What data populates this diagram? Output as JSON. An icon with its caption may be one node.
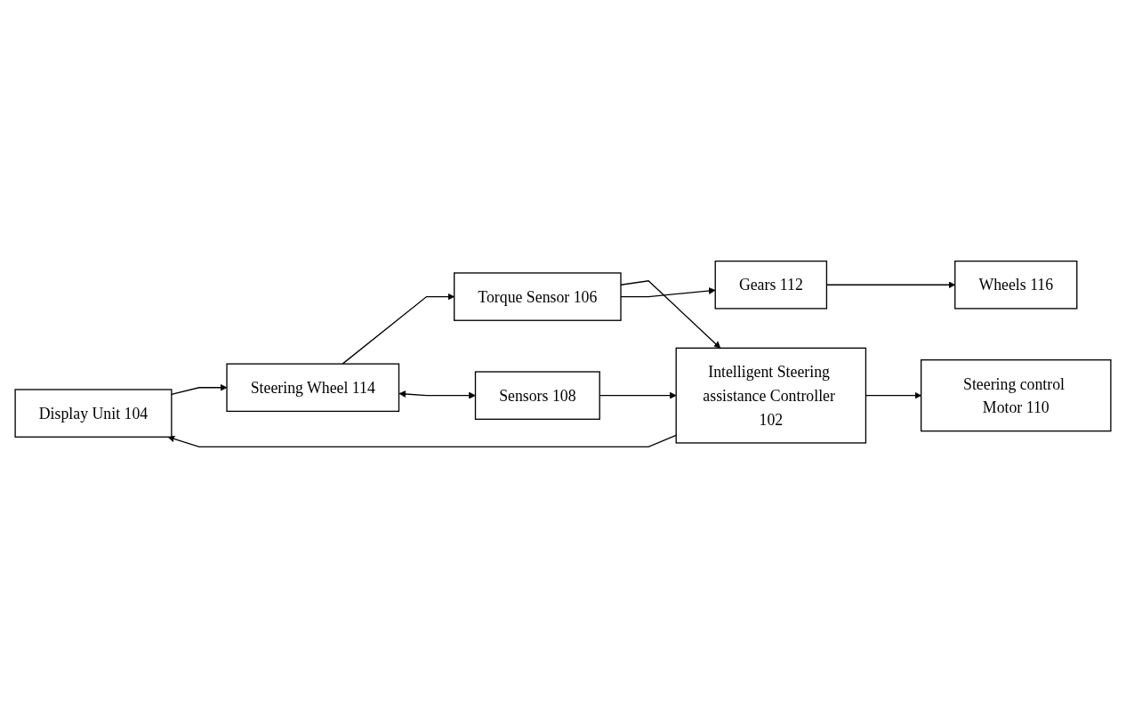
{
  "diagram": {
    "nodes": [
      {
        "text": [
          "Display Unit 104"
        ]
      },
      {
        "text": [
          "Steering Wheel 114"
        ]
      },
      {
        "text": [
          "Torque Sensor 106"
        ]
      },
      {
        "text": [
          "Intelligent Steering assistance Controller 102"
        ]
      },
      {
        "text": [
          "Steering control Motor 110"
        ]
      },
      {
        "text": [
          "Gears 112"
        ]
      },
      {
        "text": [
          "Sensors 108"
        ]
      },
      {
        "text": [
          "Wheels 116"
        ]
      }
    ],
    "edges": [
      {
        "from": 3,
        "to": 0,
        "arrow": "to"
      },
      {
        "from": 0,
        "to": 1,
        "arrow": "to"
      },
      {
        "from": 1,
        "to": 2,
        "arrow": "to"
      },
      {
        "from": 2,
        "to": 3,
        "arrow": "to"
      },
      {
        "from": 3,
        "to": 4,
        "arrow": "to"
      },
      {
        "from": 2,
        "to": 5,
        "arrow": "to"
      },
      {
        "from": 5,
        "to": 7,
        "arrow": "to"
      },
      {
        "from": 6,
        "to": 3,
        "arrow": "to"
      },
      {
        "from": 1,
        "to": 6,
        "arrow": "both"
      }
    ]
  }
}
